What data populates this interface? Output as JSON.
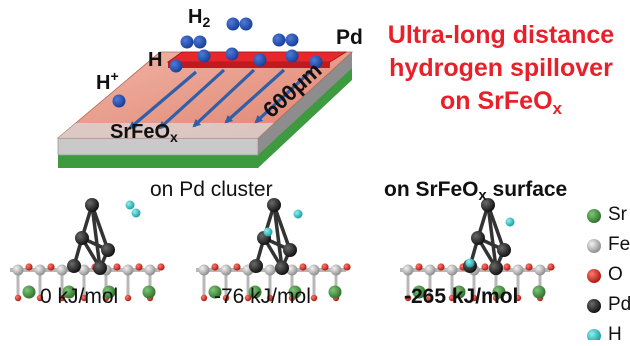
{
  "title": {
    "line1": "Ultra-long distance",
    "line2": "hydrogen spillover",
    "line3": "on SrFeO",
    "line3_sub": "x"
  },
  "schematic": {
    "h2_label": "H",
    "h2_sub": "2",
    "pd_label": "Pd",
    "h_label": "H",
    "hplus_label": "H",
    "hplus_sup": "+",
    "substrate_label": "SrFeO",
    "substrate_sub": "x",
    "distance_label": "600μm"
  },
  "captions": {
    "pd_cluster": "on Pd cluster",
    "surface": "on SrFeO",
    "surface_sub": "x",
    "surface_tail": " surface"
  },
  "energies": {
    "e1": "0 kJ/mol",
    "e2": "-76 kJ/mol",
    "e3": "-265 kJ/mol"
  },
  "legend": [
    {
      "label": "Sr",
      "color": "#3f8a3a"
    },
    {
      "label": "Fe",
      "color": "#a8a8a8"
    },
    {
      "label": "O",
      "color": "#d42a1f"
    },
    {
      "label": "Pd",
      "color": "#222222"
    },
    {
      "label": "H",
      "color": "#2bbcc0"
    }
  ],
  "colors": {
    "title": "#e8202a",
    "pd_strip": "#e8262c",
    "substrate_top": "#e89a8a",
    "substrate_front": "#c8c8c8",
    "green_layer": "#3e9a3e",
    "hydrogen": "#1c4aa8",
    "arrow": "#2f5fa8"
  }
}
